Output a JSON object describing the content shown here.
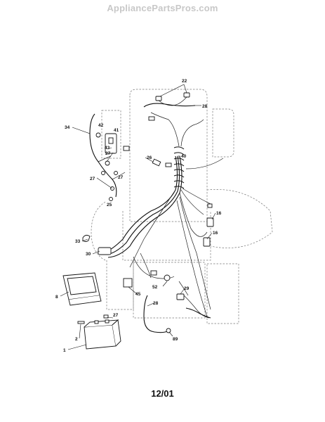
{
  "watermark": "AppliancePartsPros.com",
  "date_code": "12/01",
  "callouts": {
    "c22": "22",
    "c28a": "28",
    "c34": "34",
    "c42": "42",
    "c41": "41",
    "c43": "43",
    "c27a": "27",
    "c26": "26",
    "c40": "40",
    "c27b": "27",
    "c27c": "27",
    "c25": "25",
    "c16a": "16",
    "c16b": "16",
    "c33": "33",
    "c30": "30",
    "c8": "8",
    "c52": "52",
    "c45": "45",
    "c28b": "28",
    "c29": "29",
    "c27d": "27",
    "c2": "2",
    "c1": "1",
    "c89": "89"
  }
}
